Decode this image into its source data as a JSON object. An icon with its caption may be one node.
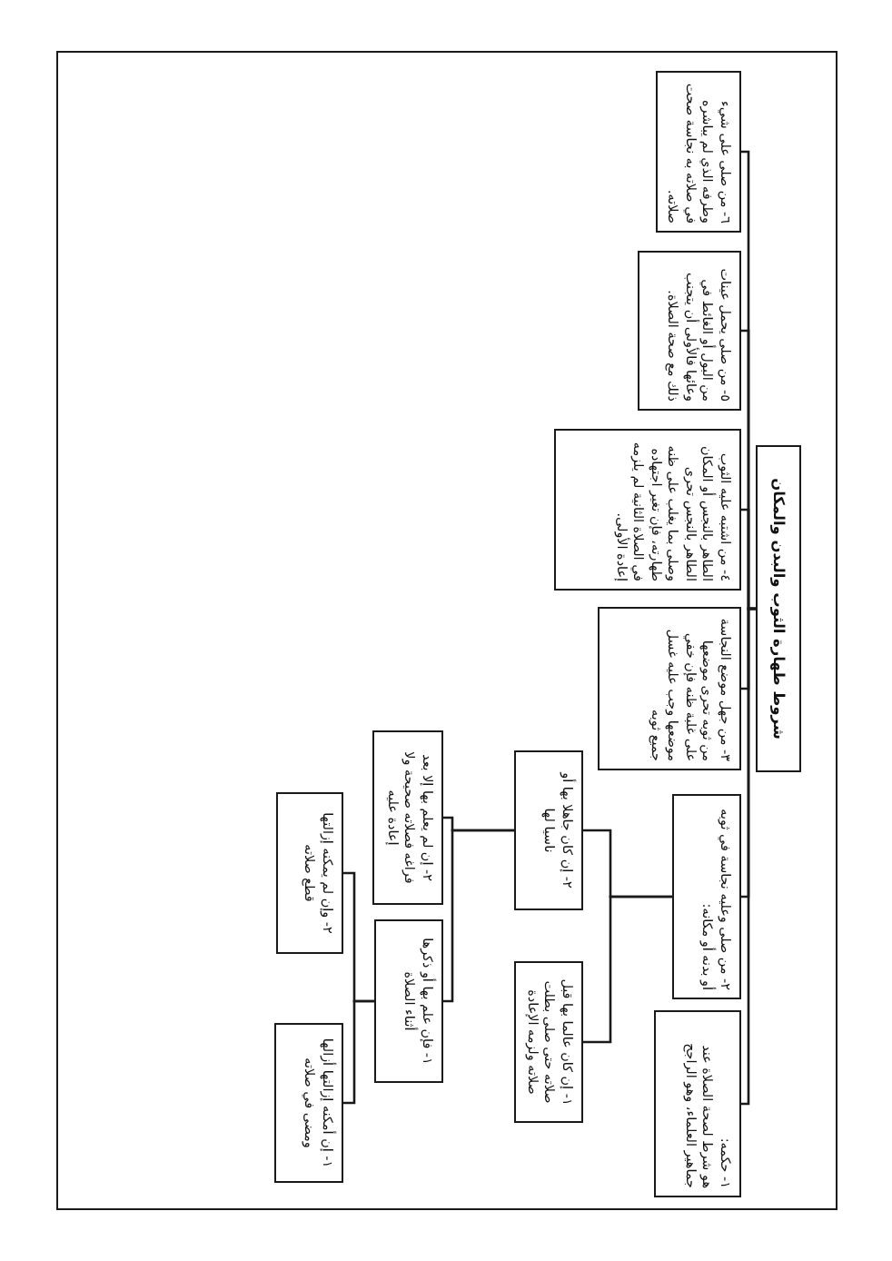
{
  "diagram": {
    "nodes": [
      {
        "text": [
          "شروط طهارة الثوب والبدن والمكان"
        ]
      },
      {
        "text": [
          "١- حكمه:",
          "هو شرط لصحة الصلاة عند جماهير العلماء، وهو الراجح"
        ]
      },
      {
        "text": [
          "٢- من صلى وعليه نجاسة في ثوبه أو بدنه أو مكانه:"
        ]
      },
      {
        "text": [
          "٣- من جهل موضع النجاسة من ثوبه تحرى موضعها على غلبة ظنه فإن خفي موضعها وجب عليه غسل جميع ثوبه"
        ]
      },
      {
        "text": [
          "٤- من اشتبه عليه الثوب الطاهر بالنجس أو المكان الطاهر بالنجس تحرى وصلى بما يغلب على ظنه طهارته، فإن تغير اجتهاده في الصلاة الثانية لم يلزمه إعادة الأولى."
        ]
      },
      {
        "text": [
          "٥- من صلى يحمل عينات من البول أو الغائط في وعائها فالأولى أن يتجنب ذلك مع صحة الصلاة."
        ]
      },
      {
        "text": [
          "٦- من صلى على شيء وطرفه الذي لم يباشره في صلاته به نجاسة صحت صلاته."
        ]
      },
      {
        "text": [
          "١- إن كان عالما بها قبل صلاته حتى صلى بطلت صلاته ولزمه الإعادة"
        ]
      },
      {
        "text": [
          "٢- إن كان جاهلا بها أو ناسيا لها"
        ]
      },
      {
        "text": [
          "١- فإن علم بها أو ذكرها أثناء الصلاة"
        ]
      },
      {
        "text": [
          "٢- إن لم يعلم بها إلا بعد فراغه فصلاته صحيحة ولا إعادة عليه"
        ]
      },
      {
        "text": [
          "١- إن أمكنه إزالتها أزالها ومضى في صلاته"
        ]
      },
      {
        "text": [
          "٢- وإن لم يمكنه إزالتها قطع صلاته"
        ]
      }
    ],
    "edges": [
      {
        "from": 0,
        "to": 1,
        "arrow": "none"
      },
      {
        "from": 0,
        "to": 2,
        "arrow": "none"
      },
      {
        "from": 0,
        "to": 3,
        "arrow": "none"
      },
      {
        "from": 0,
        "to": 4,
        "arrow": "none"
      },
      {
        "from": 0,
        "to": 5,
        "arrow": "none"
      },
      {
        "from": 0,
        "to": 6,
        "arrow": "none"
      },
      {
        "from": 2,
        "to": 7,
        "arrow": "none"
      },
      {
        "from": 2,
        "to": 8,
        "arrow": "none"
      },
      {
        "from": 8,
        "to": 9,
        "arrow": "none"
      },
      {
        "from": 8,
        "to": 10,
        "arrow": "none"
      },
      {
        "from": 9,
        "to": 11,
        "arrow": "none"
      },
      {
        "from": 9,
        "to": 12,
        "arrow": "none"
      }
    ]
  }
}
